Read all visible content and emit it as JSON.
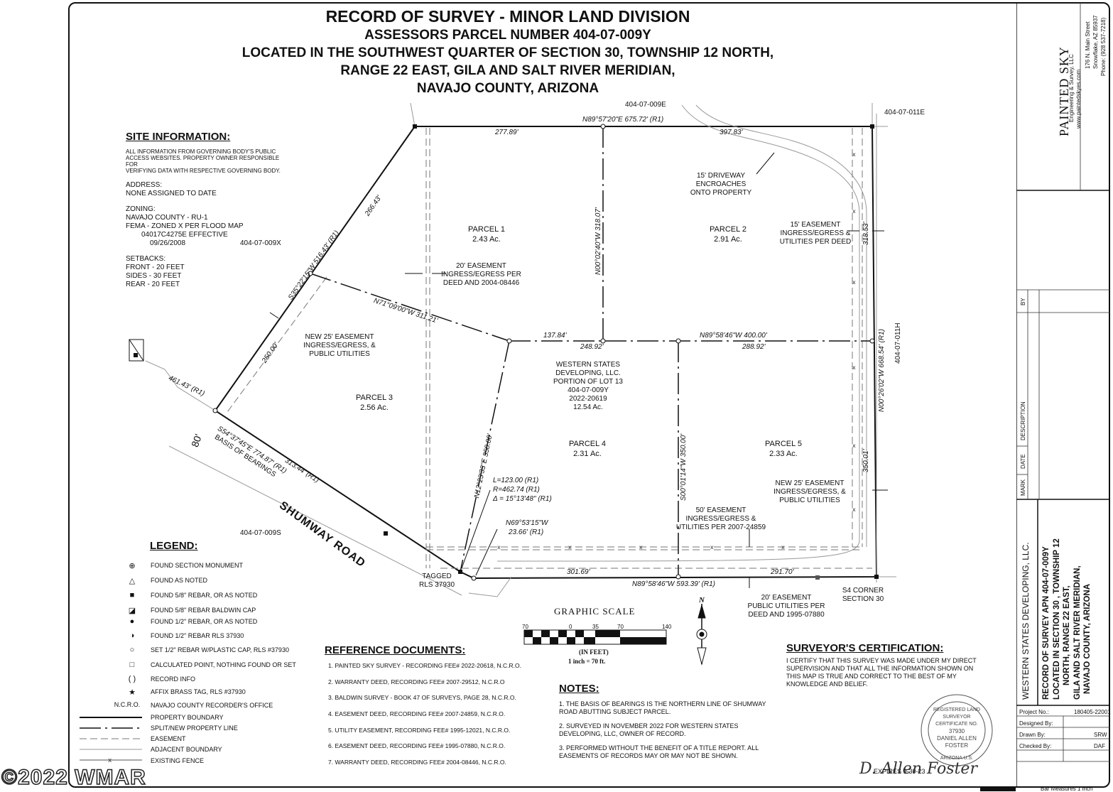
{
  "title": {
    "line1": "RECORD OF SURVEY - MINOR LAND DIVISION",
    "line2": "ASSESSORS PARCEL NUMBER 404-07-009Y",
    "line3": "LOCATED IN THE SOUTHWEST QUARTER OF SECTION 30, TOWNSHIP 12 NORTH,",
    "line4": "RANGE 22 EAST, GILA AND SALT RIVER MERIDIAN,",
    "line5": "NAVAJO COUNTY, ARIZONA"
  },
  "site_info": {
    "heading": "SITE INFORMATION:",
    "disclaimer": [
      "ALL INFORMATION FROM GOVERNING BODY'S PUBLIC",
      "ACCESS WEBSITES. PROPERTY OWNER RESPONSIBLE FOR",
      "VERIFYING DATA WITH RESPECTIVE GOVERNING BODY."
    ],
    "address_label": "ADDRESS:",
    "address_value": "NONE ASSIGNED TO DATE",
    "zoning_label": "ZONING:",
    "zoning_1": "NAVAJO COUNTY - RU-1",
    "zoning_2": "FEMA - ZONED X PER FLOOD MAP",
    "zoning_3": "04017C4275E EFFECTIVE",
    "zoning_4": "09/26/2008",
    "setbacks_label": "SETBACKS:",
    "setback_front": "FRONT - 20 FEET",
    "setback_sides": "SIDES - 30 FEET",
    "setback_rear": "REAR - 20 FEET"
  },
  "parcels": {
    "p1_name": "PARCEL 1",
    "p1_area": "2.43 Ac.",
    "p2_name": "PARCEL 2",
    "p2_area": "2.91 Ac.",
    "p3_name": "PARCEL 3",
    "p3_area": "2.56 Ac.",
    "p4_name": "PARCEL 4",
    "p4_area": "2.31 Ac.",
    "p5_name": "PARCEL 5",
    "p5_area": "2.33 Ac."
  },
  "owner_block": [
    "WESTERN STATES",
    "DEVELOPING, LLC.",
    "PORTION OF LOT 13",
    "404-07-009Y",
    "2022-20619",
    "12.54 Ac."
  ],
  "apns": {
    "n": "404-07-009E",
    "ne": "404-07-011E",
    "w": "404-07-009X",
    "e": "404-07-011H",
    "sw": "404-07-009S"
  },
  "dims": {
    "north_bearing": "N89°57'20\"E  675.72' (R1)",
    "n_left": "277.89'",
    "n_right": "397.83'",
    "west_bearing": "S35°22'15\"W  516.43' (R1)",
    "w_upper": "266.43'",
    "w_lower": "250.00'",
    "diag": "N71°09'00\"W  311.21'",
    "mid_bearing": "N89°58'46\"W  400.00'",
    "mid_1": "137.84'",
    "mid_2": "248.92'",
    "mid_3": "288.92'",
    "p12_split": "N00°02'40\"W  318.07'",
    "p45_split": "S00°01'14\"W  350.00'",
    "p34_split": "N12°23'33\"E  350.00'",
    "east_bearing": "N00°26'02\"W  668.54' (R1)",
    "e_upper": "318.53'",
    "e_lower": "350.01'",
    "shumway_bearing": "S54°37'45\"E  774.87' (R1)",
    "basis": "BASIS OF BEARINGS",
    "shumway_len": "313.44' (R1)",
    "west_ext": "461.43' (R1)",
    "south_bearing": "N89°58'46\"W  593.39' (R1)",
    "s_left": "301.69'",
    "s_right": "291.70'",
    "curve_l": "L=123.00 (R1)",
    "curve_r": "R=462.74 (R1)",
    "curve_d": "Δ = 15°13'48\" (R1)",
    "short_bearing": "N69°53'15\"W",
    "short_len": "23.66' (R1)",
    "road_width": "80'",
    "road_name": "SHUMWAY ROAD"
  },
  "callouts": {
    "driveway": [
      "15' DRIVEWAY",
      "ENCROACHES",
      "ONTO PROPERTY"
    ],
    "ease15": [
      "15' EASEMENT",
      "INGRESS/EGRESS &",
      "UTILITIES PER DEED"
    ],
    "ease20": [
      "20' EASEMENT",
      "INGRESS/EGRESS PER",
      "DEED AND 2004-08446"
    ],
    "ease25w": [
      "NEW 25' EASEMENT",
      "INGRESS/EGRESS, &",
      "PUBLIC UTILITIES"
    ],
    "ease25e": [
      "NEW 25' EASEMENT",
      "INGRESS/EGRESS, &",
      "PUBLIC UTILITIES"
    ],
    "ease50": [
      "50' EASEMENT",
      "INGRESS/EGRESS &",
      "UTILITIES PER 2007-24859"
    ],
    "ease20s": [
      "20' EASEMENT",
      "PUBLIC UTILITIES PER",
      "DEED AND 1995-07880"
    ],
    "tagged": [
      "TAGGED",
      "RLS 37930"
    ],
    "s4": [
      "S4 CORNER",
      "SECTION 30"
    ]
  },
  "legend": {
    "heading": "LEGEND:",
    "items": [
      {
        "sym": "⊕",
        "text": "FOUND SECTION MONUMENT"
      },
      {
        "sym": "△",
        "text": "FOUND AS NOTED"
      },
      {
        "sym": "■",
        "text": "FOUND 5/8\" REBAR, OR AS NOTED"
      },
      {
        "sym": "◪",
        "text": "FOUND 5/8\" REBAR BALDWIN CAP"
      },
      {
        "sym": "●",
        "text": "FOUND 1/2\" REBAR, OR AS NOTED"
      },
      {
        "sym": "◑",
        "text": "FOUND 1/2\" REBAR RLS 37930"
      },
      {
        "sym": "○",
        "text": "SET 1/2\" REBAR W/PLASTIC CAP, RLS #37930"
      },
      {
        "sym": "□",
        "text": "CALCULATED POINT, NOTHING FOUND OR SET"
      },
      {
        "sym": "( )",
        "text": "RECORD INFO"
      },
      {
        "sym": "★",
        "text": "AFFIX BRASS TAG, RLS #37930"
      },
      {
        "sym": "N.C.R.O.",
        "text": "NAVAJO COUNTY RECORDER'S OFFICE"
      },
      {
        "sym": "",
        "text": "PROPERTY BOUNDARY"
      },
      {
        "sym": "",
        "text": "SPLIT/NEW PROPERTY LINE"
      },
      {
        "sym": "",
        "text": "EASEMENT"
      },
      {
        "sym": "",
        "text": "ADJACENT BOUNDARY"
      },
      {
        "sym": "",
        "text": "EXISTING FENCE"
      }
    ]
  },
  "references": {
    "heading": "REFERENCE  DOCUMENTS:",
    "items": [
      "1.  PAINTED SKY SURVEY - RECORDING FEE# 2022-20618, N.C.R.O.",
      "2.  WARRANTY DEED, RECORDING FEE# 2007-29512, N.C.R.O",
      "3.  BALDWIN SURVEY - BOOK 47 OF SURVEYS, PAGE 28, N.C.R.O.",
      "4.  EASEMENT DEED, RECORDING FEE# 2007-24859, N.C.R.O.",
      "5.  UTILITY EASEMENT, RECORDING FEE# 1995-12021, N.C.R.O.",
      "6.  EASEMENT DEED, RECORDING FEE# 1995-07880, N.C.R.O.",
      "7.  WARRANTY DEED, RECORDING FEE# 2004-08446, N.C.R.O."
    ]
  },
  "notes": {
    "heading": "NOTES:",
    "items": [
      "1.  THE BASIS OF BEARINGS IS THE NORTHERN LINE OF SHUMWAY ROAD ABUTTING SUBJECT PARCEL.",
      "2.  SURVEYED IN NOVEMBER 2022 FOR WESTERN STATES DEVELOPING, LLC, OWNER OF RECORD.",
      "3.  PERFORMED WITHOUT THE BENEFIT OF A TITLE REPORT. ALL EASEMENTS OF RECORDS MAY OR MAY NOT BE SHOWN."
    ]
  },
  "scale": {
    "title": "GRAPHIC  SCALE",
    "ticks": [
      "70",
      "0",
      "35",
      "70",
      "140"
    ],
    "unit": "(IN FEET)",
    "ratio": "1 inch  =  70  ft."
  },
  "north": "N",
  "certification": {
    "heading": "SURVEYOR'S CERTIFICATION:",
    "text": "I CERTIFY THAT THIS SURVEY WAS MADE UNDER MY DIRECT SUPERVISION AND THAT ALL THE INFORMATION SHOWN ON THIS MAP IS TRUE AND CORRECT TO THE BEST OF MY KNOWLEDGE AND BELIEF.",
    "seal": [
      "REGISTERED LAND SURVEYOR",
      "CERTIFICATE NO.",
      "37930",
      "DANIEL ALLEN",
      "FOSTER",
      "ARIZONA U.S."
    ],
    "signature": "D. Allen Foster",
    "expires": "EXPIRES  9-30-23"
  },
  "title_block": {
    "company": "PAINTED SKY",
    "company_sub": "Engineering & Survey, LLC",
    "website": "www.paintedskyes.com",
    "address1": "176 N. Main Street",
    "address2": "Snowflake, AZ 85937",
    "phone": "Phone: (928 537-7218)",
    "rev_by": "BY",
    "rev_desc": "DESCRIPTION",
    "rev_date": "DATE",
    "rev_mark": "MARK",
    "client": "WESTERN STATES DEVELOPING, LLC.",
    "project_title": [
      "RECORD OF SURVEY APN 404-07-009Y",
      "LOCATED IN SECTION 30 , TOWNSHIP 12",
      "NORTH, RANGE 22 EAST,",
      "GILA AND SALT RIVER MERIDIAN,",
      "NAVAJO COUNTY, ARIZONA"
    ],
    "project_no_label": "Project No.:",
    "project_no": "180405-22001",
    "designed_label": "Designed By:",
    "designed": "",
    "drawn_label": "Drawn By:",
    "drawn": "SRW",
    "checked_label": "Checked By:",
    "checked": "DAF",
    "bar_note": "Bar Measures 1 inch"
  },
  "watermark": "©2022 WMAR"
}
